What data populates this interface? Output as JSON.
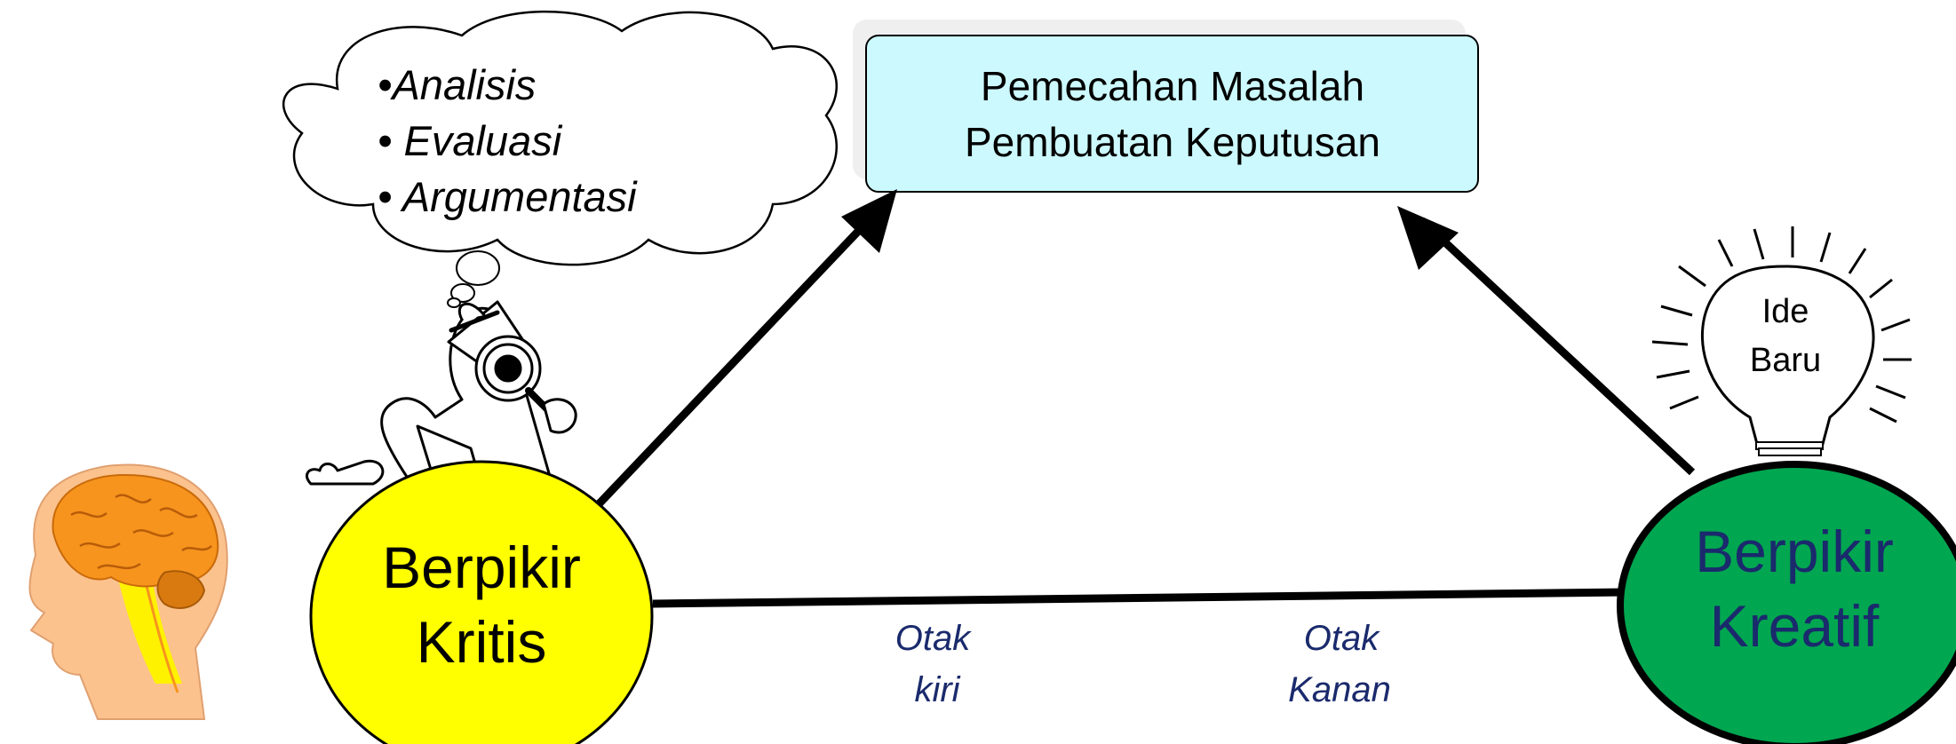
{
  "top_box": {
    "line1": "Pemecahan Masalah",
    "line2": "Pembuatan Keputusan",
    "fill": "#ccf9fd"
  },
  "thought_cloud": {
    "items": [
      "•Analisis",
      "• Evaluasi",
      "• Argumentasi"
    ]
  },
  "left_node": {
    "line1": "Berpikir",
    "line2": "Kritis",
    "fill": "#ffff00",
    "text_color": "#000000"
  },
  "right_node": {
    "line1": "Berpikir",
    "line2": "Kreatif",
    "fill": "#00a650",
    "text_color": "#1a2a6c"
  },
  "bulb": {
    "line1": "Ide",
    "line2": "Baru"
  },
  "left_brain_label": {
    "line1": "Otak",
    "line2": "kiri"
  },
  "right_brain_label": {
    "line1": "Otak",
    "line2": "Kanan"
  },
  "colors": {
    "label_blue": "#1a2a6c",
    "brain_orange": "#f7941d",
    "head_skin": "#fbc28d",
    "spine_yellow": "#fff200"
  },
  "icons": [
    "brain-head-icon",
    "detective-icon",
    "lightbulb-icon",
    "thought-cloud-icon"
  ]
}
